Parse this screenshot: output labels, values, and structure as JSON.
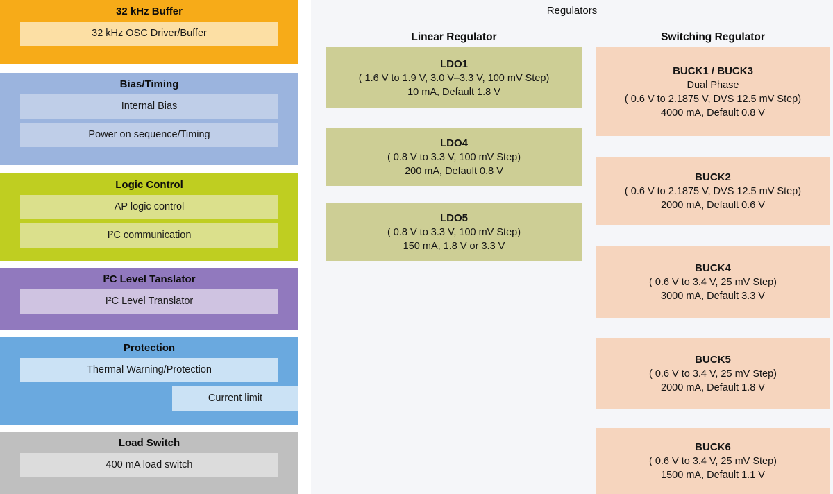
{
  "left_blocks": [
    {
      "title": "32 kHz Buffer",
      "items": [
        "32 kHz OSC Driver/Buffer"
      ]
    },
    {
      "title": "Bias/Timing",
      "items": [
        "Internal Bias",
        "Power on sequence/Timing"
      ]
    },
    {
      "title": "Logic Control",
      "items": [
        "AP logic control",
        "I²C communication"
      ]
    },
    {
      "title": "I²C Level Tanslator",
      "items": [
        "I²C Level Translator"
      ]
    },
    {
      "title": "Protection",
      "items": [
        "Thermal Warning/Protection",
        "Current limit"
      ]
    },
    {
      "title": "Load Switch",
      "items": [
        "400 mA load switch"
      ]
    }
  ],
  "regulators": {
    "title": "Regulators",
    "linear_header": "Linear Regulator",
    "switching_header": "Switching Regulator",
    "linear": [
      {
        "name": "LDO1",
        "lines": [
          "( 1.6 V to 1.9 V, 3.0 V–3.3 V, 100 mV Step)",
          "10 mA, Default 1.8 V"
        ]
      },
      {
        "name": "LDO4",
        "lines": [
          "( 0.8 V to 3.3 V, 100 mV Step)",
          "200 mA, Default 0.8 V"
        ]
      },
      {
        "name": "LDO5",
        "lines": [
          "( 0.8 V to 3.3 V, 100 mV Step)",
          "150 mA, 1.8 V or 3.3 V"
        ]
      }
    ],
    "switching": [
      {
        "name": "BUCK1 / BUCK3",
        "lines": [
          "Dual Phase",
          "( 0.6 V to 2.1875 V, DVS 12.5 mV Step)",
          "4000 mA, Default 0.8 V"
        ]
      },
      {
        "name": "BUCK2",
        "lines": [
          "( 0.6 V to 2.1875 V, DVS 12.5 mV Step)",
          "2000 mA, Default 0.6 V"
        ]
      },
      {
        "name": "BUCK4",
        "lines": [
          "( 0.6 V to 3.4 V, 25 mV Step)",
          "3000 mA, Default 3.3 V"
        ]
      },
      {
        "name": "BUCK5",
        "lines": [
          "( 0.6 V to 3.4 V, 25 mV Step)",
          "2000 mA, Default 1.8 V"
        ]
      },
      {
        "name": "BUCK6",
        "lines": [
          "( 0.6 V to 3.4 V, 25 mV Step)",
          "1500 mA, Default 1.1 V"
        ]
      }
    ]
  },
  "colors": {
    "osc": "#F7AB18",
    "bias": "#9BB4DE",
    "logic": "#BFCE21",
    "i2c": "#9179BE",
    "protection": "#6AA9DF",
    "load_switch": "#BFBFBF",
    "ldo": "#CDCE95",
    "buck": "#F6D5BE",
    "right_panel_bg": "#F5F6F9"
  }
}
